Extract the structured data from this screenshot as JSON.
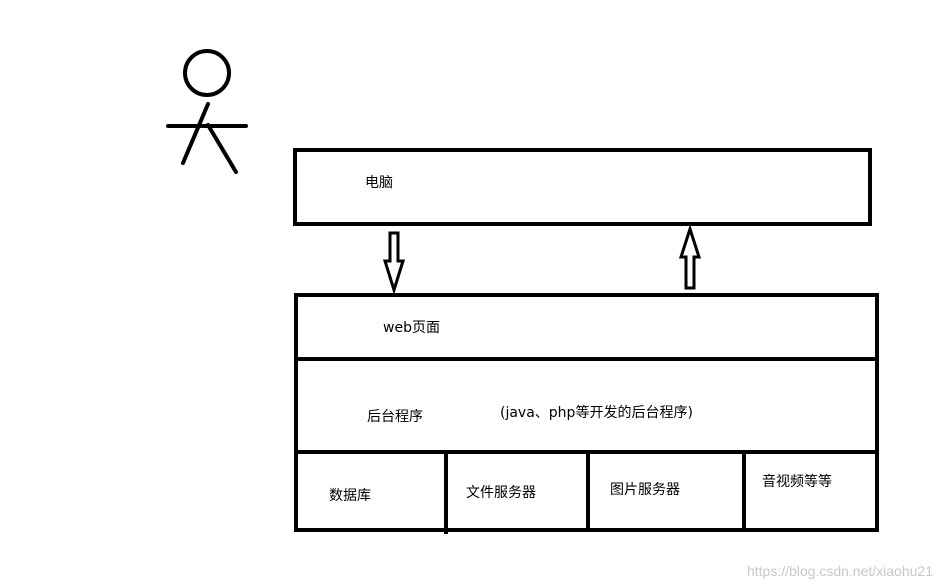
{
  "figure": {
    "nodes": {
      "computer": "电脑",
      "web_page": "web页面",
      "backend": "后台程序",
      "backend_note": "(java、php等开发的后台程序)",
      "database": "数据库",
      "file_server": "文件服务器",
      "image_server": "图片服务器",
      "av_etc": "音视频等等"
    },
    "actor_icon": "stick-figure-person",
    "arrows": [
      {
        "from": "computer",
        "to": "web_page",
        "direction": "down"
      },
      {
        "from": "web_page",
        "to": "computer",
        "direction": "up"
      }
    ],
    "watermark": "https://blog.csdn.net/xiaohu21"
  }
}
